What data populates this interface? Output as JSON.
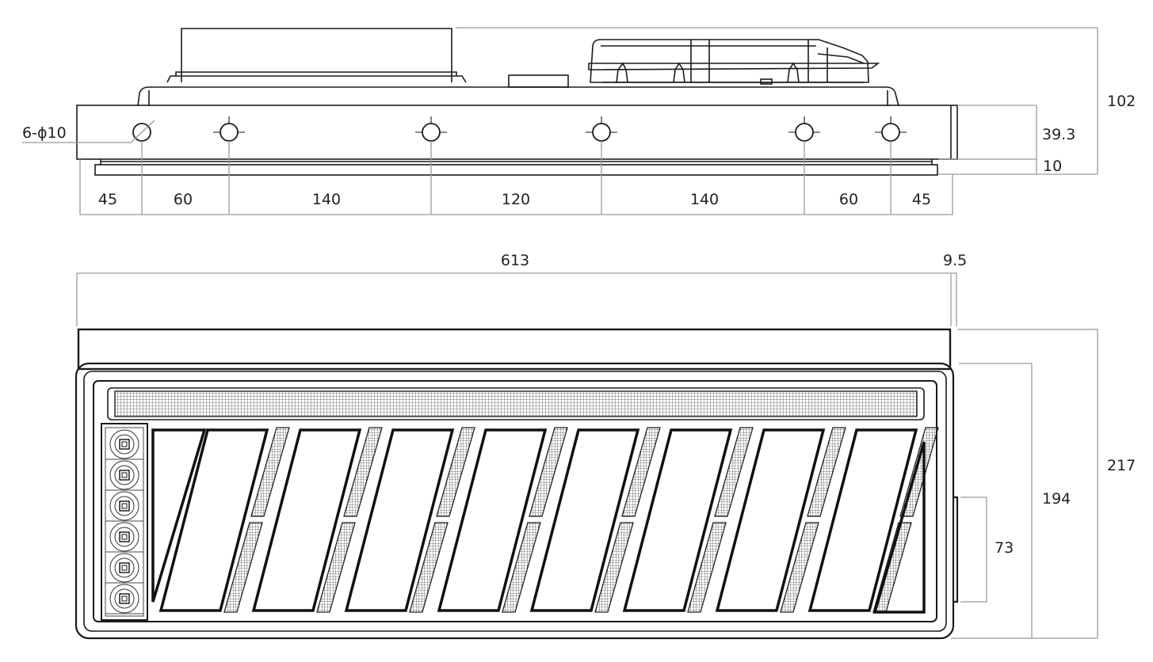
{
  "colors": {
    "line": "#1a1a1a",
    "dimension": "#9a9a9a",
    "hatch": "#555555",
    "background": "#ffffff"
  },
  "side_view": {
    "hole_callout": "6-ϕ10",
    "height_total": "102",
    "height_body": "39.3",
    "height_flange": "10",
    "spacing": [
      "45",
      "60",
      "140",
      "120",
      "140",
      "60",
      "45"
    ]
  },
  "front_view": {
    "width": "613",
    "offset": "9.5",
    "height_total": "217",
    "height_lens": "194",
    "height_connector": "73"
  }
}
